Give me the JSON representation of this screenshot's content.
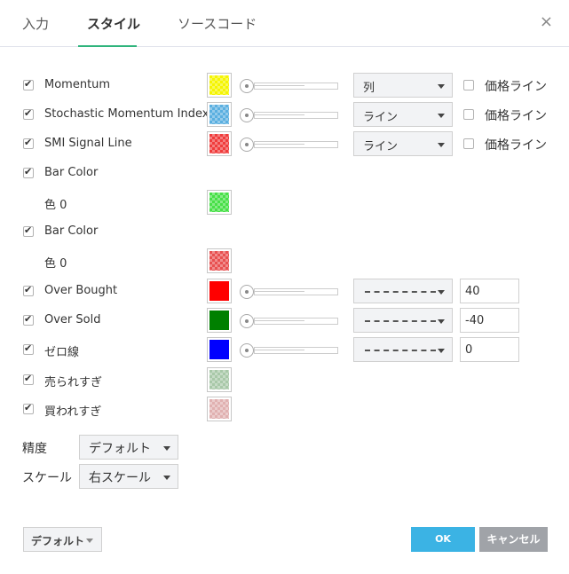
{
  "tabs": [
    {
      "label": "入力"
    },
    {
      "label": "スタイル"
    },
    {
      "label": "ソースコード"
    }
  ],
  "close_glyph": "×",
  "rows": [
    {
      "label": "Momentum",
      "checked": true,
      "color": "#f5f500",
      "checker": true,
      "style": "列",
      "price_line_label": "価格ライン"
    },
    {
      "label": "Stochastic Momentum Index",
      "checked": true,
      "color": "#5aafe0",
      "checker": true,
      "style": "ライン",
      "price_line_label": "価格ライン"
    },
    {
      "label": "SMI Signal Line",
      "checked": true,
      "color": "#f03c3c",
      "checker": true,
      "style": "ライン",
      "price_line_label": "価格ライン"
    },
    {
      "label": "Bar Color",
      "checked": true
    },
    {
      "sublabel": "色 0",
      "color": "#46e046",
      "checker": true
    },
    {
      "label": "Bar Color",
      "checked": true
    },
    {
      "sublabel": "色 0",
      "color": "#e85050",
      "checker": true
    },
    {
      "label": "Over Bought",
      "checked": true,
      "color": "#ff0000",
      "value": "40"
    },
    {
      "label": "Over Sold",
      "checked": true,
      "color": "#008000",
      "value": "-40"
    },
    {
      "label": "ゼロ線",
      "checked": true,
      "color": "#0000ff",
      "value": "0"
    },
    {
      "label": "売られすぎ",
      "checked": true,
      "color": "#a8c8a8",
      "checker": true
    },
    {
      "label": "買われすぎ",
      "checked": true,
      "color": "#e0b0b0",
      "checker": true
    }
  ],
  "precision": {
    "label": "精度",
    "value": "デフォルト"
  },
  "scale": {
    "label": "スケール",
    "value": "右スケール"
  },
  "footer": {
    "defaults_label": "デフォルト",
    "ok_label": "OK",
    "cancel_label": "キャンセル"
  },
  "colors": {
    "accent": "#2fb47c",
    "ok": "#3bb3e4",
    "cancel": "#a0a3a8"
  }
}
